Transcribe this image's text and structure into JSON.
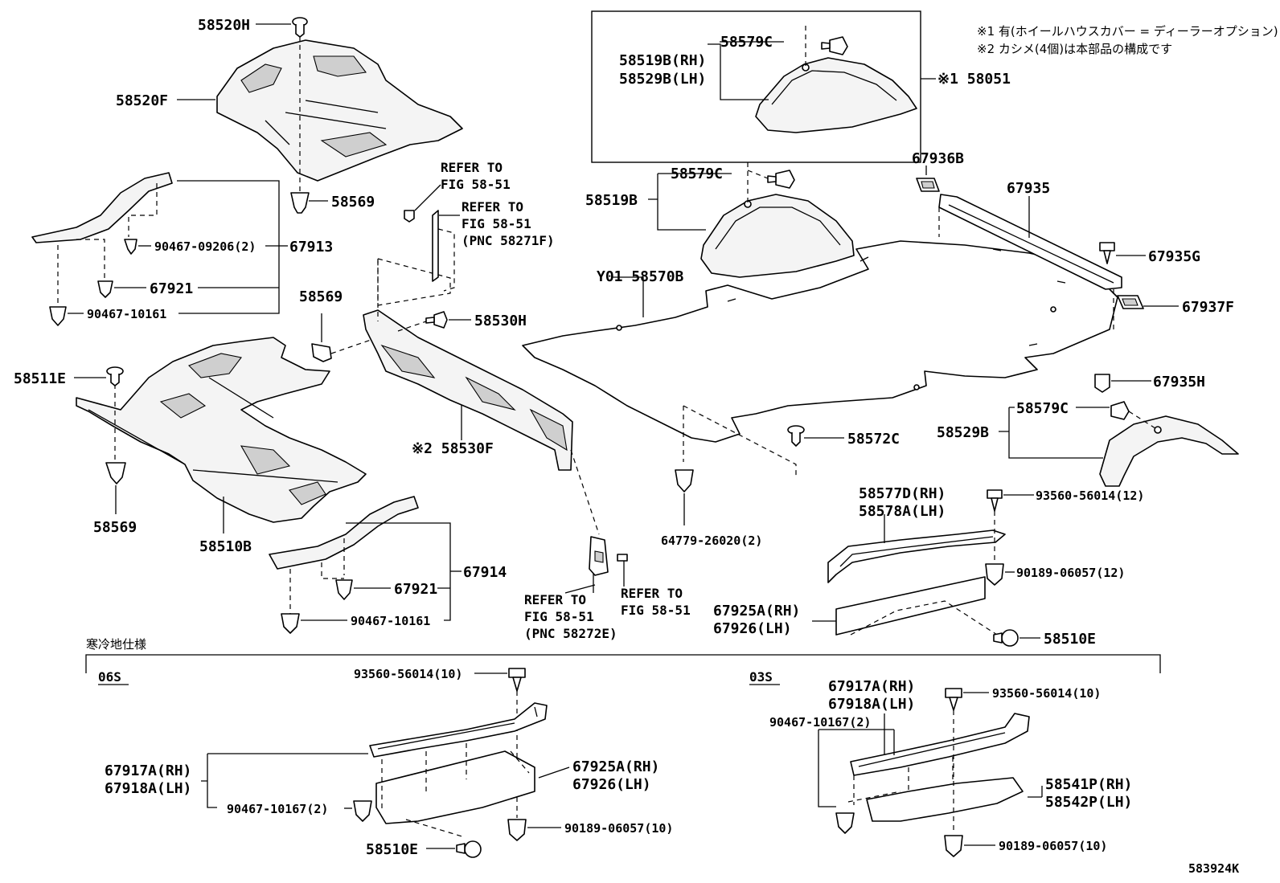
{
  "notes": {
    "note1": "※1 有(ホイールハウスカバー = ディーラーオプション)",
    "note2": "※2 カシメ(4個)は本部品の構成です"
  },
  "labels": {
    "p58520H": "58520H",
    "p58520F": "58520F",
    "p58569_top": "58569",
    "p90467_09206": "90467-09206(2)",
    "p67913": "67913",
    "p67921_a": "67921",
    "p90467_10161_a": "90467-10161",
    "p58569_mid": "58569",
    "p58511E": "58511E",
    "p58569_bot": "58569",
    "p58510B": "58510B",
    "p67914": "67914",
    "p67921_b": "67921",
    "p90467_10161_b": "90467-10161",
    "p58530H": "58530H",
    "p58530F": "※2 58530F",
    "refer1_a": "REFER TO",
    "refer1_b": "FIG 58-51",
    "refer2_a": "REFER TO",
    "refer2_b": "FIG 58-51",
    "refer2_c": "(PNC 58271F)",
    "refer3_a": "REFER TO",
    "refer3_b": "FIG 58-51",
    "refer3_c": "(PNC 58272E)",
    "refer4_a": "REFER TO",
    "refer4_b": "FIG 58-51",
    "p58579C_box": "58579C",
    "p58519B_RH": "58519B(RH)",
    "p58529B_LH": "58529B(LH)",
    "p58051": "※1 58051",
    "p58579C_mid": "58579C",
    "p58519B": "58519B",
    "p58570B": "Y01 58570B",
    "p67936B": "67936B",
    "p67935": "67935",
    "p67935G": "67935G",
    "p67937F": "67937F",
    "p67935H": "67935H",
    "p58579C_right": "58579C",
    "p58529B": "58529B",
    "p58572C": "58572C",
    "p64779": "64779-26020(2)",
    "p58577D": "58577D(RH)",
    "p58578A": "58578A(LH)",
    "p93560_12": "93560-56014(12)",
    "p90189_12": "90189-06057(12)",
    "p67925A_top": "67925A(RH)",
    "p67926_top": "67926(LH)",
    "p58510E_top": "58510E",
    "cold_spec": "寒冷地仕様",
    "sec06S": "06S",
    "sec03S": "03S",
    "s1_93560": "93560-56014(10)",
    "s1_67917A": "67917A(RH)",
    "s1_67918A": "67918A(LH)",
    "s1_67925A": "67925A(RH)",
    "s1_67926": "67926(LH)",
    "s1_90467": "90467-10167(2)",
    "s1_90189": "90189-06057(10)",
    "s1_58510E": "58510E",
    "s2_67917A": "67917A(RH)",
    "s2_67918A": "67918A(LH)",
    "s2_93560": "93560-56014(10)",
    "s2_90467": "90467-10167(2)",
    "s2_58541P": "58541P(RH)",
    "s2_58542P": "58542P(LH)",
    "s2_90189": "90189-06057(10)",
    "figure_id": "583924K"
  }
}
